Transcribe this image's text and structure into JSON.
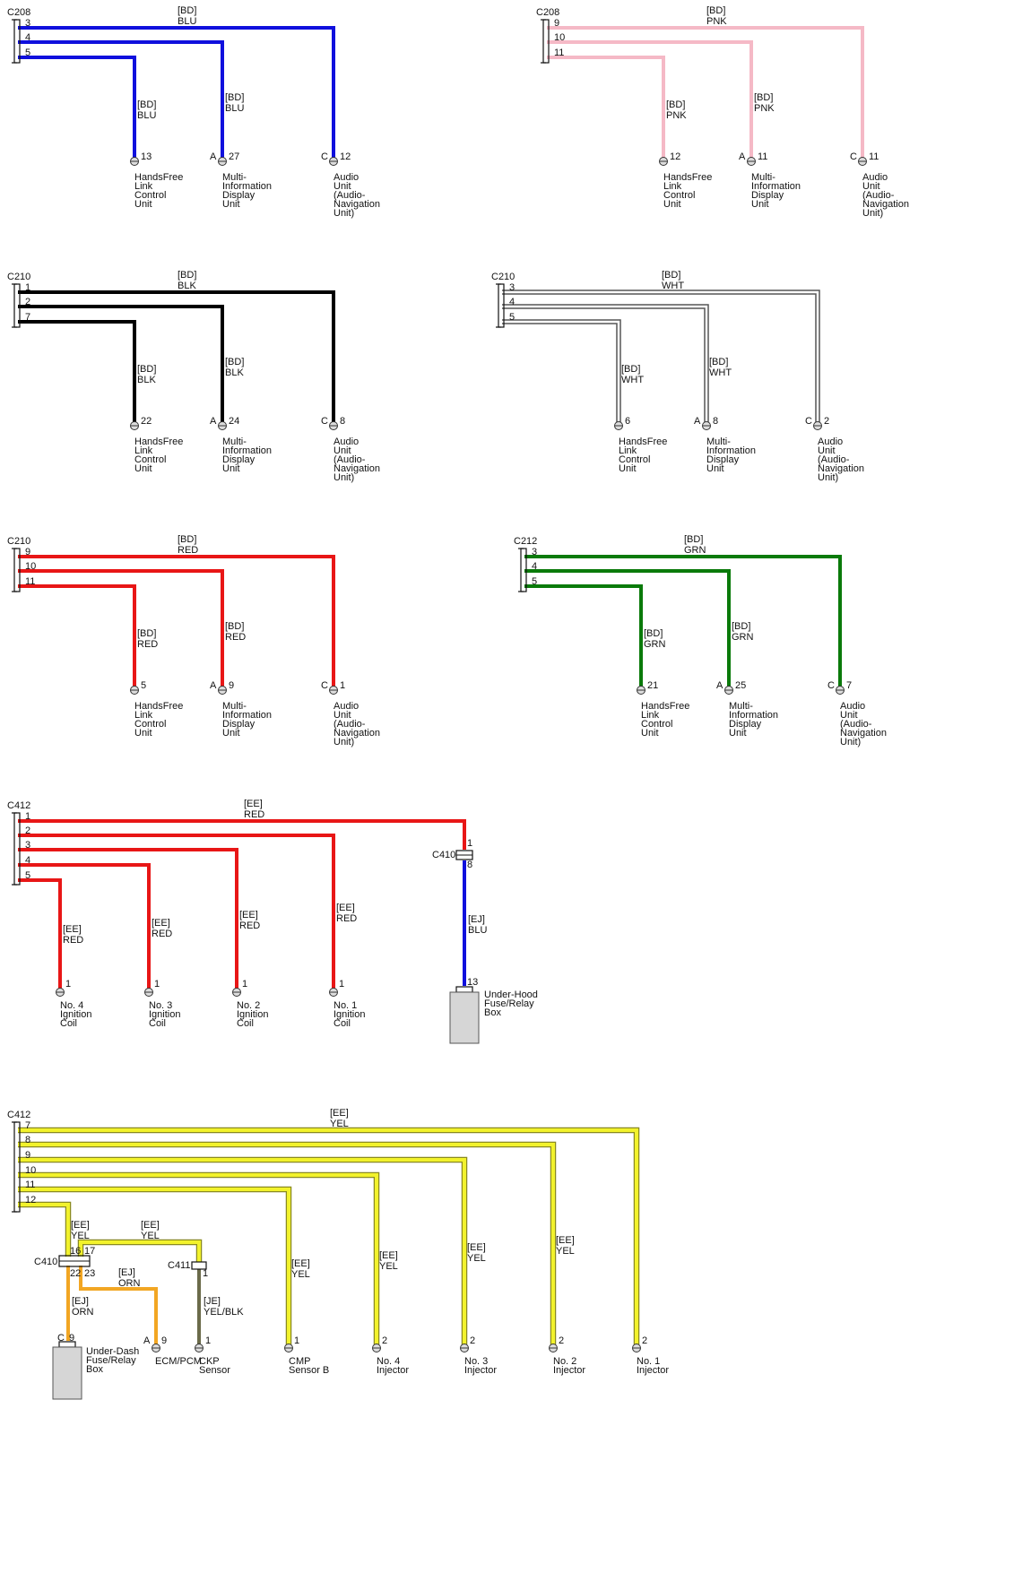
{
  "colors": {
    "BLU": "#1010dd",
    "PNK": "#f5b9c6",
    "BLK": "#000000",
    "WHT": "#ffffff",
    "RED": "#e81616",
    "GRN": "#0a7a0a",
    "YEL": "#f2f22c",
    "ORN": "#f2a623",
    "YELBLK": "#6b6b4a",
    "outline": "#555555",
    "box": "#d6d6d6"
  },
  "texts": [
    "C208",
    "[BD]",
    "BLU",
    "3",
    "4",
    "5",
    "[BD]",
    "BLU",
    "[BD]",
    "BLU",
    "13",
    "A",
    "27",
    "C",
    "12",
    "HandsFree",
    "Link",
    "Control",
    "Unit",
    "Multi-",
    "Information",
    "Display",
    "Unit",
    "Audio",
    "Unit",
    "(Audio-",
    "Navigation",
    "Unit)",
    "C208",
    "[BD]",
    "PNK",
    "9",
    "10",
    "11",
    "[BD]",
    "PNK",
    "[BD]",
    "PNK",
    "12",
    "A",
    "11",
    "C",
    "11",
    "HandsFree",
    "Link",
    "Control",
    "Unit",
    "Multi-",
    "Information",
    "Display",
    "Unit",
    "Audio",
    "Unit",
    "(Audio-",
    "Navigation",
    "Unit)",
    "C210",
    "[BD]",
    "BLK",
    "1",
    "2",
    "7",
    "[BD]",
    "BLK",
    "[BD]",
    "BLK",
    "22",
    "A",
    "24",
    "C",
    "8",
    "HandsFree",
    "Link",
    "Control",
    "Unit",
    "Multi-",
    "Information",
    "Display",
    "Unit",
    "Audio",
    "Unit",
    "(Audio-",
    "Navigation",
    "Unit)",
    "C210",
    "[BD]",
    "WHT",
    "3",
    "4",
    "5",
    "[BD]",
    "WHT",
    "[BD]",
    "WHT",
    "6",
    "A",
    "8",
    "C",
    "2",
    "HandsFree",
    "Link",
    "Control",
    "Unit",
    "Multi-",
    "Information",
    "Display",
    "Unit",
    "Audio",
    "Unit",
    "(Audio-",
    "Navigation",
    "Unit)",
    "C210",
    "[BD]",
    "RED",
    "9",
    "10",
    "11",
    "[BD]",
    "RED",
    "[BD]",
    "RED",
    "5",
    "A",
    "9",
    "C",
    "1",
    "HandsFree",
    "Link",
    "Control",
    "Unit",
    "Multi-",
    "Information",
    "Display",
    "Unit",
    "Audio",
    "Unit",
    "(Audio-",
    "Navigation",
    "Unit)",
    "C212",
    "[BD]",
    "GRN",
    "3",
    "4",
    "5",
    "[BD]",
    "GRN",
    "[BD]",
    "GRN",
    "21",
    "A",
    "25",
    "C",
    "7",
    "HandsFree",
    "Link",
    "Control",
    "Unit",
    "Multi-",
    "Information",
    "Display",
    "Unit",
    "Audio",
    "Unit",
    "(Audio-",
    "Navigation",
    "Unit)",
    "C412",
    "[EE]",
    "RED",
    "1",
    "2",
    "3",
    "4",
    "5",
    "C410",
    "1",
    "8",
    "[EJ]",
    "BLU",
    "13",
    "[EE]",
    "RED",
    "[EE]",
    "RED",
    "[EE]",
    "RED",
    "[EE]",
    "RED",
    "1",
    "1",
    "1",
    "1",
    "No. 4",
    "Ignition",
    "Coil",
    "No. 3",
    "Ignition",
    "Coil",
    "No. 2",
    "Ignition",
    "Coil",
    "No. 1",
    "Ignition",
    "Coil",
    "Under-Hood",
    "Fuse/Relay",
    "Box",
    "C412",
    "[EE]",
    "YEL",
    "7",
    "8",
    "9",
    "10",
    "11",
    "12",
    "[EE]",
    "YEL",
    "[EE]",
    "YEL",
    "C410",
    "16",
    "17",
    "22",
    "23",
    "C411",
    "1",
    "[EJ]",
    "ORN",
    "[EJ]",
    "ORN",
    "[JE]",
    "YEL/BLK",
    "[EE]",
    "YEL",
    "[EE]",
    "YEL",
    "[EE]",
    "YEL",
    "[EE]",
    "YEL",
    "C",
    "9",
    "A",
    "9",
    "1",
    "1",
    "2",
    "2",
    "2",
    "2",
    "Under-Dash",
    "Fuse/Relay",
    "Box",
    "ECM/PCM",
    "CKP",
    "Sensor",
    "CMP",
    "Sensor B",
    "No. 4",
    "Injector",
    "No. 3",
    "Injector",
    "No. 2",
    "Injector",
    "No. 1",
    "Injector"
  ]
}
